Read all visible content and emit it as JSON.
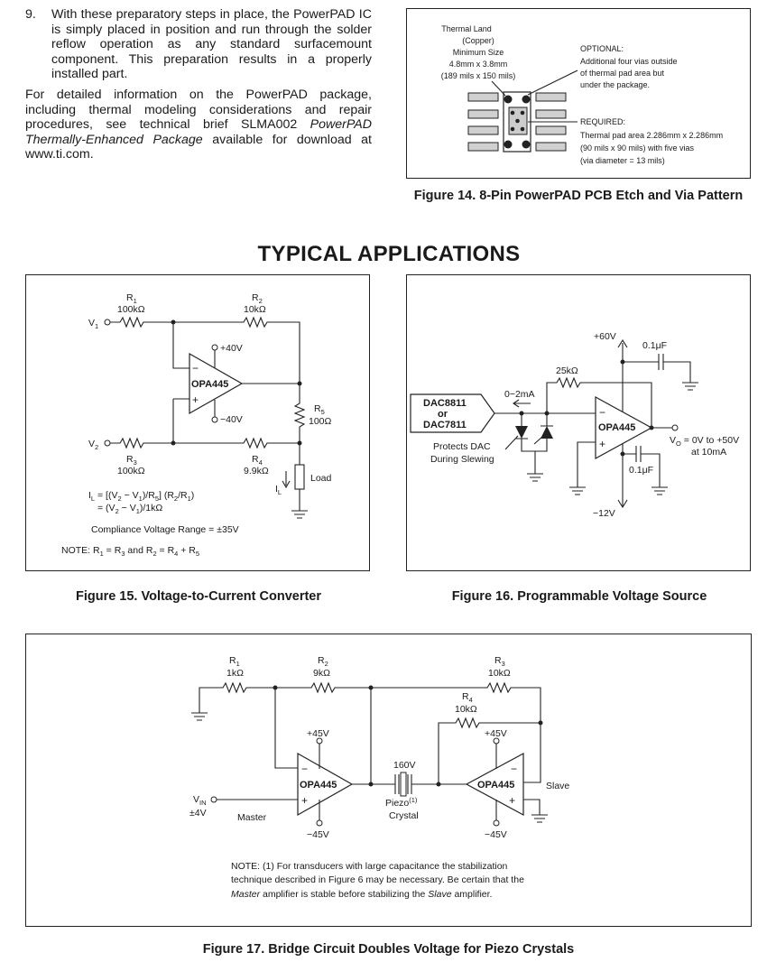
{
  "intro": {
    "item_number": "9.",
    "item_text": "With these preparatory steps in place, the PowerPAD IC is simply placed in position and run through the solder reflow operation as any standard surfacemount component. This preparation results in a properly installed part.",
    "para_plain": "For detailed information on the PowerPAD package, including thermal modeling considerations and repair procedures, see technical brief SLMA002 ",
    "para_italic": "PowerPAD Thermally-Enhanced Package",
    "para_tail": " available for download at www.ti.com."
  },
  "fig14": {
    "caption": "Figure 14. 8-Pin PowerPAD PCB Etch and Via Pattern",
    "land_label": [
      "Thermal Land",
      "(Copper)",
      "Minimum Size",
      "4.8mm x 3.8mm",
      "(189 mils x 150 mils)"
    ],
    "optional_title": "OPTIONAL:",
    "optional_text": [
      "Additional four vias outside",
      "of thermal pad area but",
      "under the package."
    ],
    "required_title": "REQUIRED:",
    "required_text": [
      "Thermal pad area 2.286mm x 2.286mm",
      "(90 mils x 90 mils) with five vias",
      "(via diameter = 13 mils)"
    ]
  },
  "section_title": "TYPICAL APPLICATIONS",
  "fig15": {
    "caption": "Figure 15. Voltage-to-Current Converter",
    "r1": "R",
    "r1_sub": "1",
    "r1_val": "100kΩ",
    "r2": "R",
    "r2_sub": "2",
    "r2_val": "10kΩ",
    "r3": "R",
    "r3_sub": "3",
    "r3_val": "100kΩ",
    "r4": "R",
    "r4_sub": "4",
    "r4_val": "9.9kΩ",
    "r5": "R",
    "r5_sub": "5",
    "r5_val": "100Ω",
    "v1": "V",
    "v1_sub": "1",
    "v2": "V",
    "v2_sub": "2",
    "pos_supply": "+40V",
    "neg_supply": "−40V",
    "opamp": "OPA445",
    "minus": "−",
    "plus": "+",
    "load": "Load",
    "il": "I",
    "il_sub": "L",
    "eq1": "I  = [(V  − V )/R ] (R /R )",
    "eq1_parts": {
      "a": "I",
      "a_sub": "L",
      "b": " = [(V",
      "b_sub": "2",
      "c": " − V",
      "c_sub": "1",
      "d": ")/R",
      "d_sub": "5",
      "e": "] (R",
      "e_sub": "2",
      "f": "/R",
      "f_sub": "1",
      "g": ")"
    },
    "eq2_parts": {
      "a": "= (V",
      "a_sub": "2",
      "b": " − V",
      "b_sub": "1",
      "c": ")/1kΩ"
    },
    "compliance": "Compliance Voltage Range = ±35V",
    "note_parts": {
      "a": "NOTE: R",
      "a_sub": "1",
      "b": " = R",
      "b_sub": "3",
      "c": " and R",
      "c_sub": "2",
      "d": " = R",
      "d_sub": "4",
      "e": " + R",
      "e_sub": "5"
    }
  },
  "fig16": {
    "caption": "Figure 16. Programmable Voltage Source",
    "dac_lines": [
      "DAC8811",
      "or",
      "DAC7811"
    ],
    "current": "0−2mA",
    "r_val": "25kΩ",
    "pos_supply": "+60V",
    "neg_supply": "−12V",
    "cap1": "0.1μF",
    "cap2": "0.1μF",
    "opamp": "OPA445",
    "minus": "−",
    "plus": "+",
    "protects": [
      "Protects DAC",
      "During Slewing"
    ],
    "vo": "V",
    "vo_sub": "O",
    "vo_rest": " = 0V to +50V",
    "vo_line2": "at 10mA"
  },
  "fig17": {
    "caption": "Figure 17. Bridge Circuit Doubles Voltage for Piezo Crystals",
    "r1": "R",
    "r1_sub": "1",
    "r1_val": "1kΩ",
    "r2": "R",
    "r2_sub": "2",
    "r2_val": "9kΩ",
    "r3": "R",
    "r3_sub": "3",
    "r3_val": "10kΩ",
    "r4": "R",
    "r4_sub": "4",
    "r4_val": "10kΩ",
    "pos_supply": "+45V",
    "neg_supply": "−45V",
    "opamp": "OPA445",
    "minus": "−",
    "plus": "+",
    "vin": "V",
    "vin_sub": "IN",
    "vin_val": "±4V",
    "master": "Master",
    "slave": "Slave",
    "piezo_v": "160V",
    "piezo": "Piezo",
    "piezo_sup": "(1)",
    "crystal": "Crystal",
    "note_line1": "NOTE: (1) For transducers with large capacitance the stabilization",
    "note_line2": "technique described in Figure 6 may be necessary. Be certain that the",
    "note_l3_a": "Master",
    "note_l3_b": " amplifier is stable before stabilizing the ",
    "note_l3_c": "Slave",
    "note_l3_d": " amplifier."
  }
}
